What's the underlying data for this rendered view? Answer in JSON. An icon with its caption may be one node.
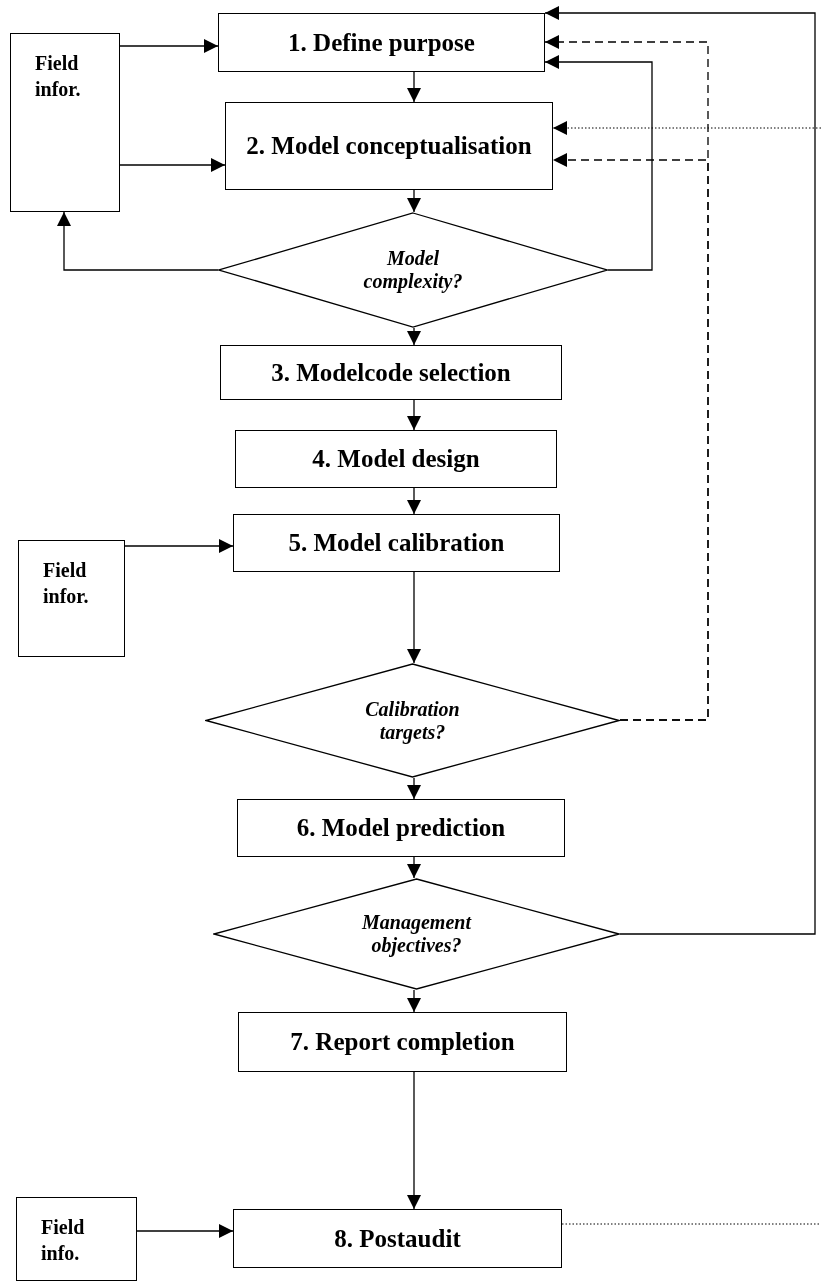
{
  "diagram": {
    "nodes": [
      {
        "text": [
          "Field infor."
        ]
      },
      {
        "text": [
          "1. Define purpose"
        ]
      },
      {
        "text": [
          "2. Model conceptualisation"
        ]
      },
      {
        "text": [
          "Model complexity?"
        ]
      },
      {
        "text": [
          "3. Modelcode selection"
        ]
      },
      {
        "text": [
          "4. Model design"
        ]
      },
      {
        "text": [
          "Field infor."
        ]
      },
      {
        "text": [
          "5. Model calibration"
        ]
      },
      {
        "text": [
          "Calibration targets?"
        ]
      },
      {
        "text": [
          "6. Model prediction"
        ]
      },
      {
        "text": [
          "Management objectives?"
        ]
      },
      {
        "text": [
          "7. Report completion"
        ]
      },
      {
        "text": [
          "Field info."
        ]
      },
      {
        "text": [
          "8. Postaudit"
        ]
      }
    ],
    "edges": [
      {
        "from": 0,
        "to": 1,
        "arrow": "to"
      },
      {
        "from": 0,
        "to": 2,
        "arrow": "to"
      },
      {
        "from": 1,
        "to": 2,
        "arrow": "to"
      },
      {
        "from": 2,
        "to": 3,
        "arrow": "to"
      },
      {
        "from": 3,
        "to": 0,
        "arrow": "to"
      },
      {
        "from": 3,
        "to": 1,
        "arrow": "to"
      },
      {
        "from": 3,
        "to": 4,
        "arrow": "to"
      },
      {
        "from": 4,
        "to": 5,
        "arrow": "to"
      },
      {
        "from": 5,
        "to": 7,
        "arrow": "to"
      },
      {
        "from": 6,
        "to": 7,
        "arrow": "to"
      },
      {
        "from": 7,
        "to": 8,
        "arrow": "to"
      },
      {
        "from": 8,
        "to": 1,
        "arrow": "to",
        "style": "dashed"
      },
      {
        "from": 8,
        "to": 2,
        "arrow": "to",
        "style": "dashed"
      },
      {
        "from": 8,
        "to": 9,
        "arrow": "to"
      },
      {
        "from": 9,
        "to": 10,
        "arrow": "to"
      },
      {
        "from": 10,
        "to": 1,
        "arrow": "to"
      },
      {
        "from": 10,
        "to": 11,
        "arrow": "to"
      },
      {
        "from": 11,
        "to": 13,
        "arrow": "to"
      },
      {
        "from": 12,
        "to": 13,
        "arrow": "to"
      },
      {
        "from": null,
        "to": 2,
        "arrow": "to",
        "style": "dashed"
      },
      {
        "from": 13,
        "to": null,
        "arrow": "none",
        "style": "dashed"
      }
    ]
  }
}
